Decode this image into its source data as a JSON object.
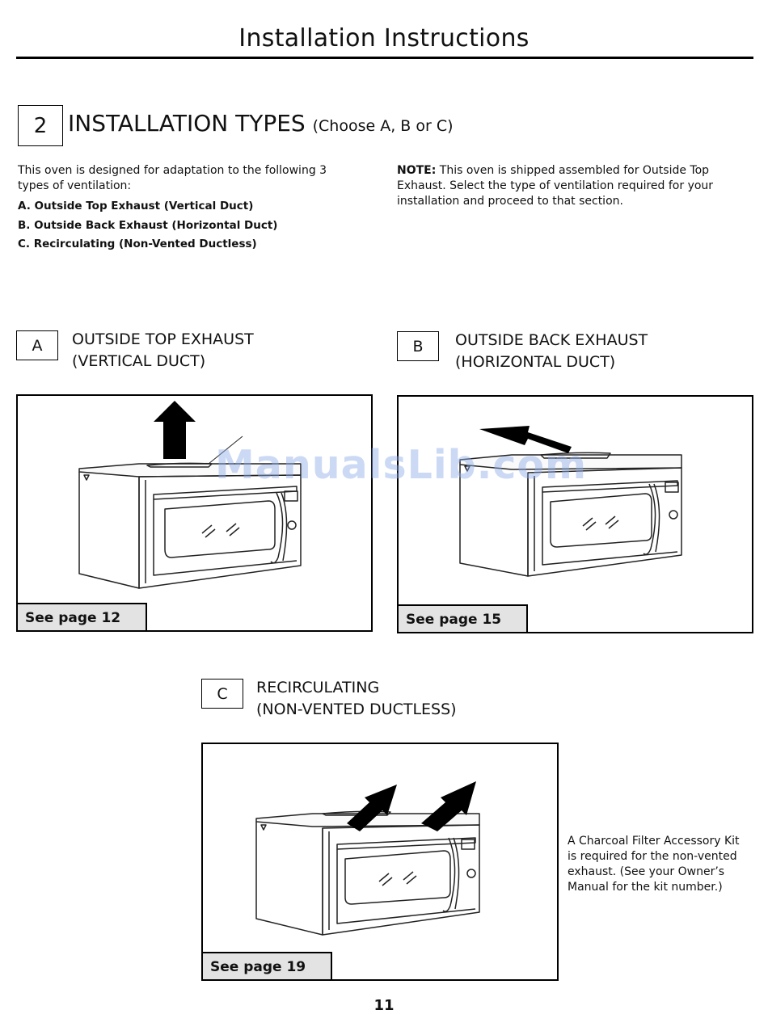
{
  "header": {
    "title": "Installation Instructions"
  },
  "section": {
    "number": "2",
    "title": "INSTALLATION TYPES",
    "subtitle": "(Choose A, B or C)"
  },
  "intro": {
    "text": "This oven is designed for adaptation to the following 3 types of ventilation:",
    "types": [
      "A. Outside Top Exhaust (Vertical Duct)",
      "B. Outside Back Exhaust (Horizontal Duct)",
      "C. Recirculating (Non-Vented Ductless)"
    ]
  },
  "note": {
    "label": "NOTE:",
    "text": " This oven is shipped assembled for Outside Top Exhaust. Select the type of ventilation required for your installation and proceed to that section."
  },
  "options": [
    {
      "letter": "A",
      "title_line1": "OUTSIDE TOP EXHAUST",
      "title_line2": "(VERTICAL DUCT)",
      "see_page": "See page 12"
    },
    {
      "letter": "B",
      "title_line1": "OUTSIDE BACK EXHAUST",
      "title_line2": "(HORIZONTAL DUCT)",
      "see_page": "See page 15"
    },
    {
      "letter": "C",
      "title_line1": "RECIRCULATING",
      "title_line2": "(NON-VENTED DUCTLESS)",
      "see_page": "See page 19"
    }
  ],
  "filter_note": "A Charcoal Filter Accessory Kit is required for the non-vented exhaust. (See your Owner’s Manual for the kit number.)",
  "page_number": "11",
  "watermark": "ManualsLib.com"
}
